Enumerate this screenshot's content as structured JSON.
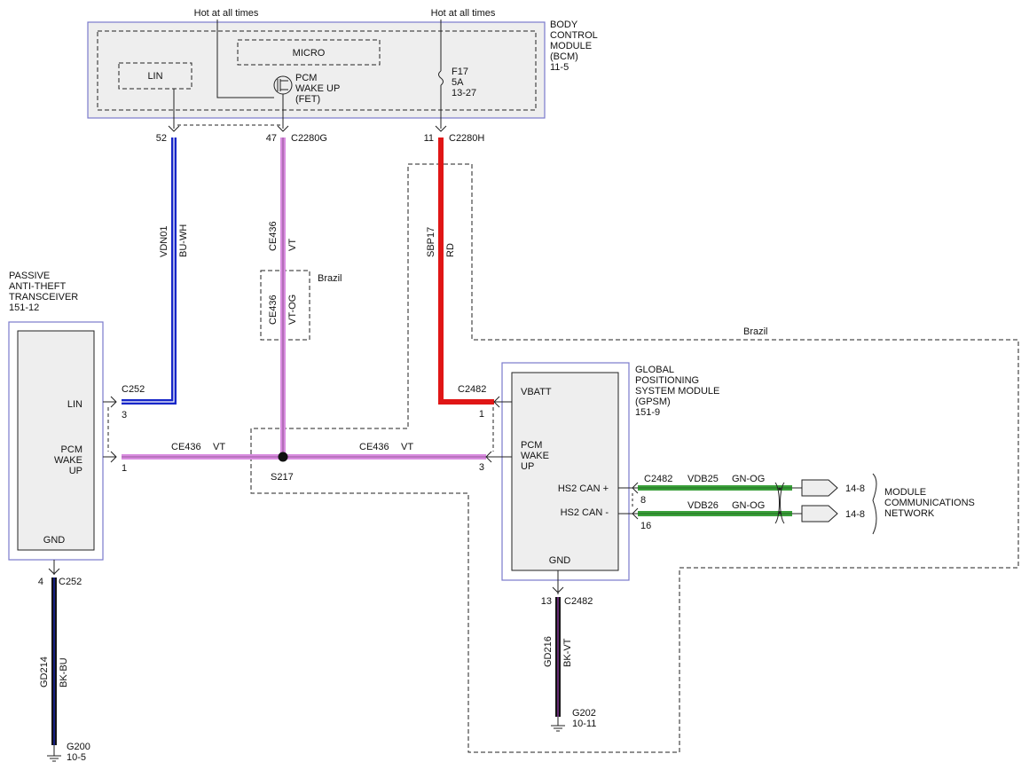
{
  "colors": {
    "blue": "#1626c8",
    "violet": "#d98ce0",
    "red": "#e01616",
    "green": "#3aa03a",
    "black": "#141414",
    "module_fill": "#eeeeee",
    "module_border": "#7a7acc"
  },
  "top_labels": {
    "hot_left": "Hot at all times",
    "hot_right": "Hot at all times"
  },
  "bcm": {
    "title_lines": [
      "BODY",
      "CONTROL",
      "MODULE",
      "(BCM)",
      "11-5"
    ],
    "micro": "MICRO",
    "lin": "LIN",
    "fet_lines": [
      "PCM",
      "WAKE UP",
      "(FET)"
    ],
    "fuse_lines": [
      "F17",
      "5A",
      "13-27"
    ],
    "pins": {
      "p52": "52",
      "p47": "47",
      "c2280g": "C2280G",
      "p11": "11",
      "c2280h": "C2280H"
    }
  },
  "wires": {
    "vdn01": {
      "circuit": "VDN01",
      "color": "BU-WH"
    },
    "ce436_top": {
      "circuit": "CE436",
      "color": "VT"
    },
    "ce436_brazil": {
      "circuit": "CE436",
      "color": "VT-OG"
    },
    "sbp17": {
      "circuit": "SBP17",
      "color": "RD"
    },
    "ce436_left": {
      "circuit": "CE436",
      "color": "VT"
    },
    "ce436_right": {
      "circuit": "CE436",
      "color": "VT"
    },
    "vdb25": {
      "circuit": "VDB25",
      "color": "GN-OG"
    },
    "vdb26": {
      "circuit": "VDB26",
      "color": "GN-OG"
    },
    "gd214": {
      "circuit": "GD214",
      "color": "BK-BU"
    },
    "gd216": {
      "circuit": "GD216",
      "color": "BK-VT"
    }
  },
  "brazil_labels": {
    "small": "Brazil",
    "large": "Brazil"
  },
  "splice": "S217",
  "pats": {
    "title_lines": [
      "PASSIVE",
      "ANTI-THEFT",
      "TRANSCEIVER",
      "151-12"
    ],
    "lin": "LIN",
    "wake_lines": [
      "PCM",
      "WAKE",
      "UP"
    ],
    "gnd": "GND",
    "c252": "C252",
    "c252_bottom": "C252",
    "pin3": "3",
    "pin1": "1",
    "pin4": "4"
  },
  "gpsm": {
    "title_lines": [
      "GLOBAL",
      "POSITIONING",
      "SYSTEM MODULE",
      "(GPSM)",
      "151-9"
    ],
    "vbatt": "VBATT",
    "wake_lines": [
      "PCM",
      "WAKE",
      "UP"
    ],
    "can_plus": "HS2 CAN +",
    "can_minus": "HS2 CAN -",
    "gnd": "GND",
    "c2482_top": "C2482",
    "c2482_can": "C2482",
    "c2482_bottom": "C2482",
    "pin1": "1",
    "pin3": "3",
    "pin8": "8",
    "pin16": "16",
    "pin13": "13"
  },
  "mcn": {
    "ref_plus": "14-8",
    "ref_minus": "14-8",
    "title_lines": [
      "MODULE",
      "COMMUNICATIONS",
      "NETWORK"
    ]
  },
  "grounds": {
    "g200": {
      "name": "G200",
      "ref": "10-5"
    },
    "g202": {
      "name": "G202",
      "ref": "10-11"
    }
  }
}
